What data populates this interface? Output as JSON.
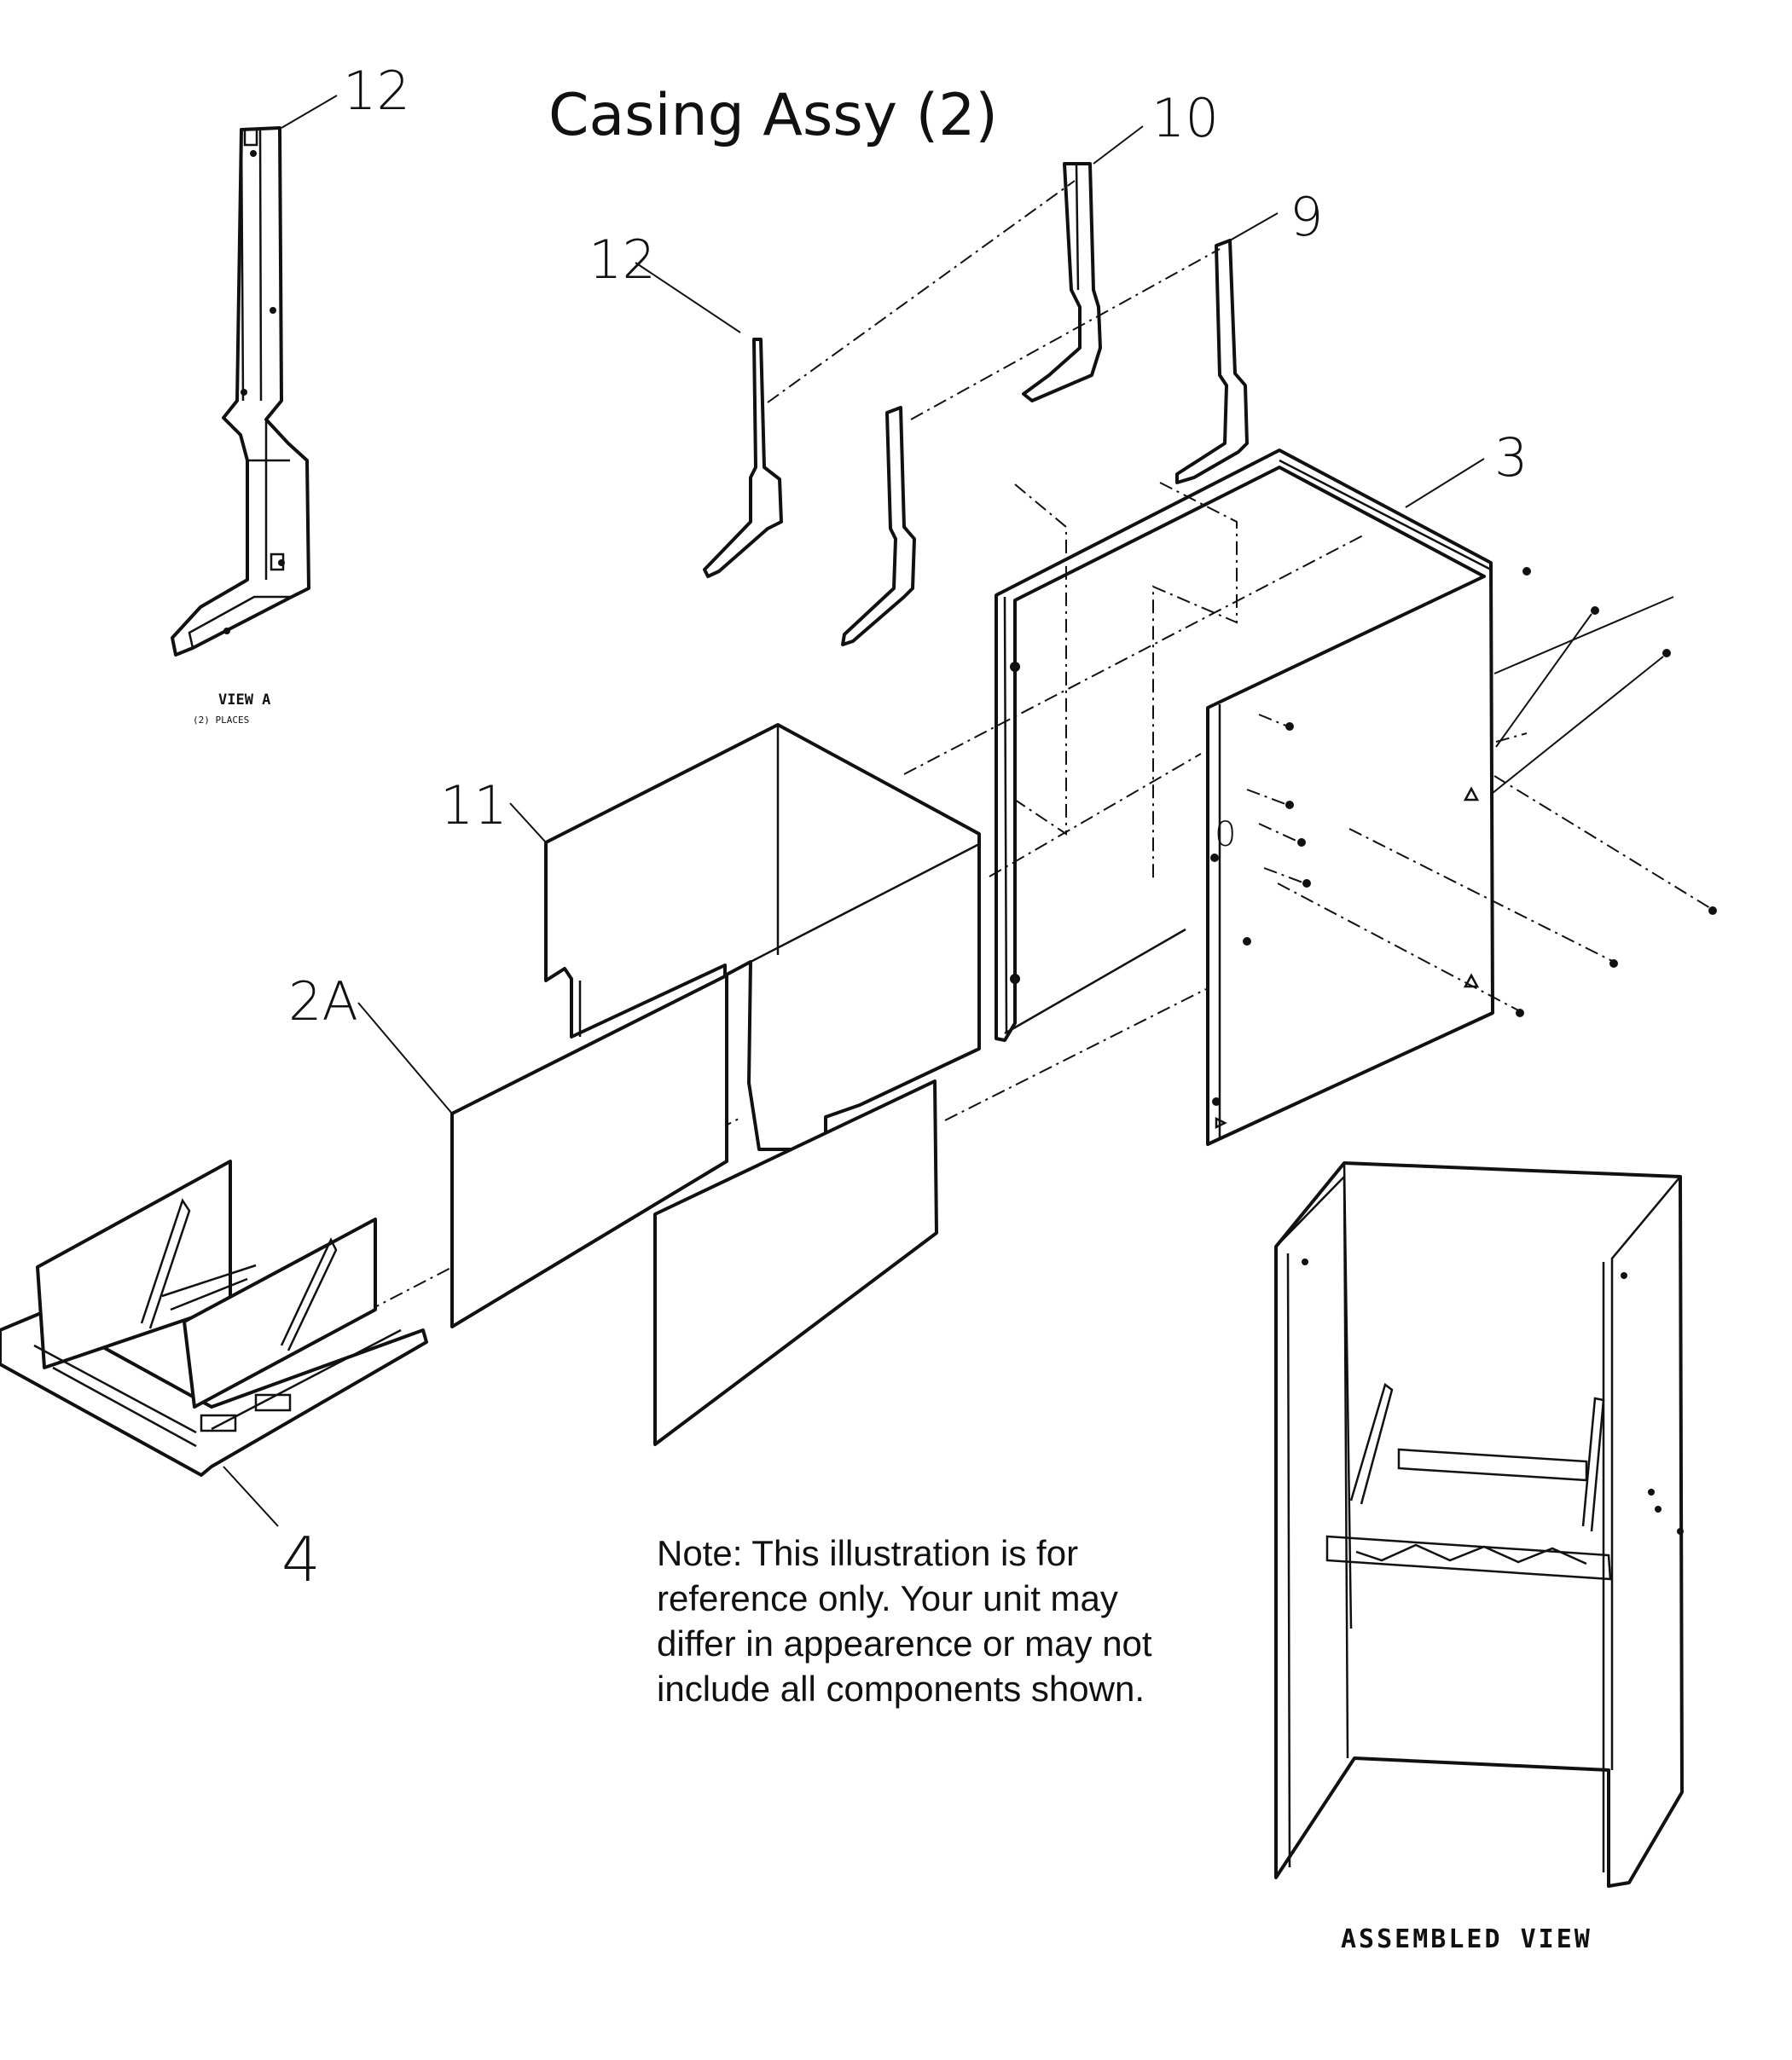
{
  "title": "Casing Assy (2)",
  "callouts": {
    "c12_top": "12",
    "c12_mid": "12",
    "c10": "10",
    "c9": "9",
    "c3": "3",
    "c11": "11",
    "c2a": "2A",
    "c4": "4"
  },
  "view_a": {
    "label": "VIEW A",
    "sublabel": "(2) PLACES"
  },
  "hole_mark": "0",
  "assembled_view_label": "ASSEMBLED VIEW",
  "note": {
    "line1": "Note: This illustration is for",
    "line2": "reference only. Your unit may",
    "line3": "differ in appearence or may not",
    "line4": "include all components shown."
  }
}
